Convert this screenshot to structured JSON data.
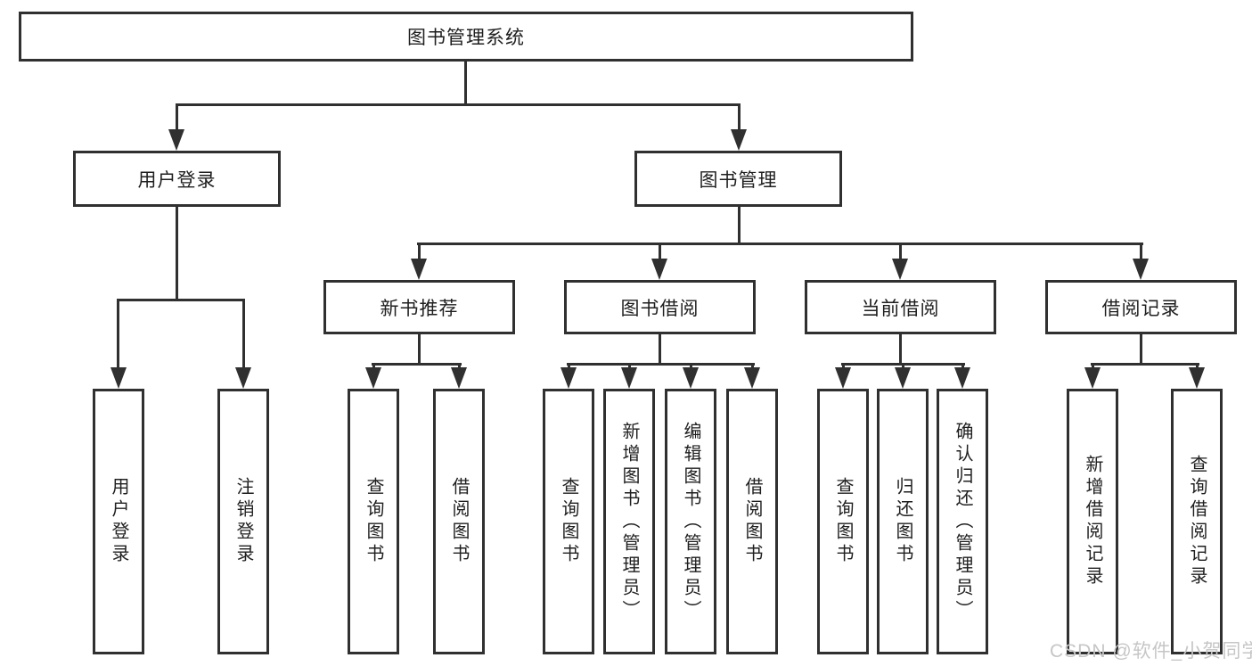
{
  "watermark": "CSDN @软件_小贺同学",
  "colors": {
    "line": "#303030",
    "box_border": "#303030",
    "text": "#1f1f1f",
    "watermark": "#c6c6c6",
    "background": "#ffffff"
  },
  "tree": {
    "root": {
      "label": "图书管理系统",
      "children": [
        {
          "label": "用户登录",
          "children": [
            {
              "label": "用户登录"
            },
            {
              "label": "注销登录"
            }
          ]
        },
        {
          "label": "图书管理",
          "children": [
            {
              "label": "新书推荐",
              "children": [
                {
                  "label": "查询图书"
                },
                {
                  "label": "借阅图书"
                }
              ]
            },
            {
              "label": "图书借阅",
              "children": [
                {
                  "label": "查询图书"
                },
                {
                  "label": "新增图书（管理员）"
                },
                {
                  "label": "编辑图书（管理员）"
                },
                {
                  "label": "借阅图书"
                }
              ]
            },
            {
              "label": "当前借阅",
              "children": [
                {
                  "label": "查询图书"
                },
                {
                  "label": "归还图书"
                },
                {
                  "label": "确认归还（管理员）"
                }
              ]
            },
            {
              "label": "借阅记录",
              "children": [
                {
                  "label": "新增借阅记录"
                },
                {
                  "label": "查询借阅记录"
                }
              ]
            }
          ]
        }
      ]
    }
  }
}
